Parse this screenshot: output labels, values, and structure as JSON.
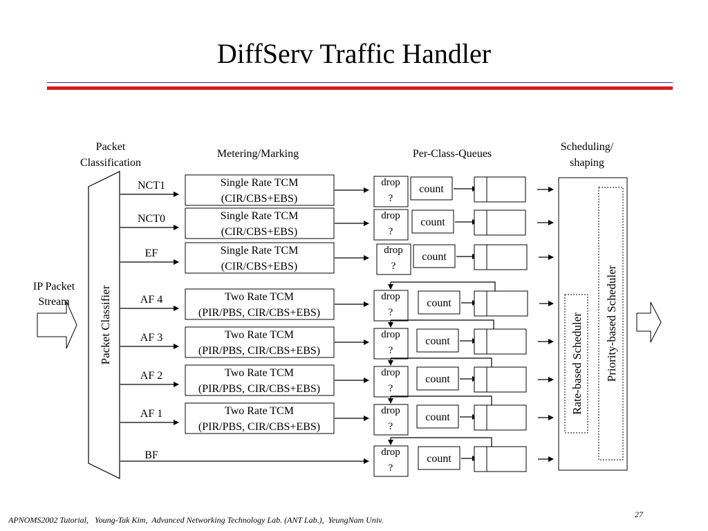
{
  "slide": {
    "title": "DiffServ Traffic Handler",
    "footer": "APNOMS2002 Tutorial,   Young-Tak Kim,  Advanced Networking Technology Lab. (ANT Lab.),  YeungNam Univ.",
    "page_number": "27"
  },
  "diagram": {
    "headers": {
      "classification": [
        "Packet",
        "Classification"
      ],
      "metering": "Metering/Marking",
      "queues": "Per-Class-Queues",
      "scheduling": [
        "Scheduling/",
        "shaping"
      ]
    },
    "input_label": [
      "IP Packet",
      "Stream"
    ],
    "classifier_label": "Packet Classifier",
    "rate_scheduler_label": "Rate-based Scheduler",
    "priority_scheduler_label": "Priority-based Scheduler",
    "drop_label": [
      "drop",
      "?"
    ],
    "count_label": "count",
    "classes": [
      {
        "name": "NCT1",
        "meter": [
          "Single Rate TCM",
          "(CIR/CBS+EBS)"
        ],
        "feedback": false
      },
      {
        "name": "NCT0",
        "meter": [
          "Single Rate TCM",
          "(CIR/CBS+EBS)"
        ],
        "feedback": false
      },
      {
        "name": "EF",
        "meter": [
          "Single Rate TCM",
          "(CIR/CBS+EBS)"
        ],
        "feedback": false
      },
      {
        "name": "AF 4",
        "meter": [
          "Two Rate TCM",
          "(PIR/PBS, CIR/CBS+EBS)"
        ],
        "feedback": true
      },
      {
        "name": "AF 3",
        "meter": [
          "Two Rate TCM",
          "(PIR/PBS, CIR/CBS+EBS)"
        ],
        "feedback": true
      },
      {
        "name": "AF 2",
        "meter": [
          "Two Rate TCM",
          "(PIR/PBS, CIR/CBS+EBS)"
        ],
        "feedback": true
      },
      {
        "name": "AF 1",
        "meter": [
          "Two Rate TCM",
          "(PIR/PBS, CIR/CBS+EBS)"
        ],
        "feedback": true
      },
      {
        "name": "BF",
        "meter": null,
        "feedback": true
      }
    ]
  }
}
